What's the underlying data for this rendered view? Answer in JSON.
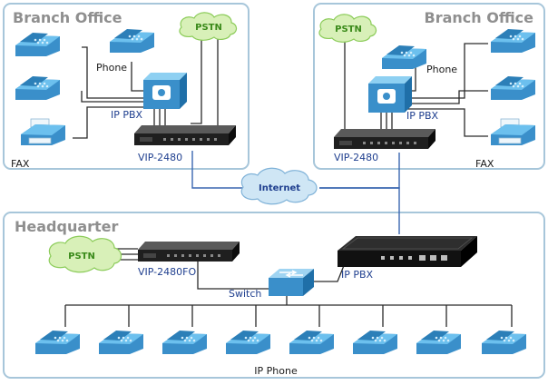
{
  "branch_left": {
    "title": "Branch Office",
    "phone_label": "Phone",
    "pbx_label": "IP PBX",
    "gateway_label": "VIP-2480",
    "fax_label": "FAX"
  },
  "branch_right": {
    "title": "Branch Office",
    "phone_label": "Phone",
    "pbx_label": "IP PBX",
    "gateway_label": "VIP-2480",
    "fax_label": "FAX"
  },
  "headquarter": {
    "title": "Headquarter",
    "gateway_label": "VIP-2480FO",
    "pbx_label": "IP PBX",
    "switch_label": "Switch",
    "phones_label": "IP Phone"
  },
  "clouds": {
    "pstn_label": "PSTN",
    "internet_label": "Internet"
  },
  "colors": {
    "panel_border": "#a7c6da",
    "phone_blue": "#4aa6dc",
    "cloud_green": "#d8f0b8",
    "internet_blue": "#cfe6f5",
    "line_blue": "#3a66b0"
  }
}
